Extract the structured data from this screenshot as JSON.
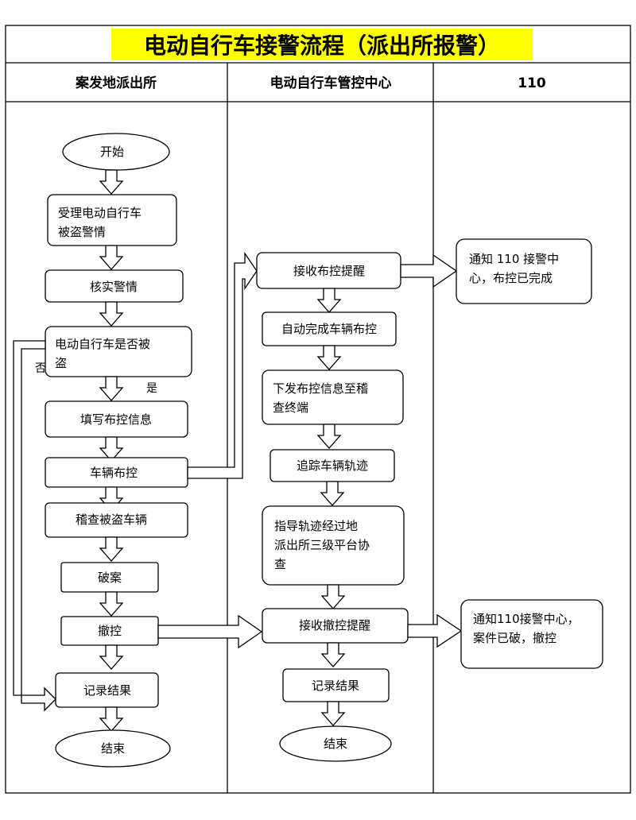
{
  "title": "电动自行车接警流程（派出所报警）",
  "colors": {
    "title_highlight": "#FFFF00",
    "line": "#000000",
    "fill": "#FFFFFF"
  },
  "lanes": {
    "station": "案发地派出所",
    "center": "电动自行车管控中心",
    "police110": "110"
  },
  "station": {
    "start": "开始",
    "receive_line1": "受理电动自行车",
    "receive_line2": "被盗警情",
    "verify": "核实警情",
    "decision_line1": "电动自行车是否被",
    "decision_line2": "盗",
    "yes_label": "是",
    "no_label": "否",
    "fill_info": "填写布控信息",
    "deploy": "车辆布控",
    "inspect": "稽查被盗车辆",
    "solve": "破案",
    "withdraw": "撤控",
    "record": "记录结果",
    "end": "结束"
  },
  "center": {
    "recv_deploy": "接收布控提醒",
    "auto_deploy": "自动完成车辆布控",
    "issue_line1": "下发布控信息至稽",
    "issue_line2": "查终端",
    "track": "追踪车辆轨迹",
    "guide_line1": "指导轨迹经过地",
    "guide_line2": "派出所三级平台协",
    "guide_line3": "查",
    "recv_withdraw": "接收撤控提醒",
    "record": "记录结果",
    "end": "结束"
  },
  "police110": {
    "notify1_line1": "通知 110 接警中",
    "notify1_line2": "心，布控已完成",
    "notify2_line1": "通知110接警中心，",
    "notify2_line2": "案件已破，撤控"
  }
}
